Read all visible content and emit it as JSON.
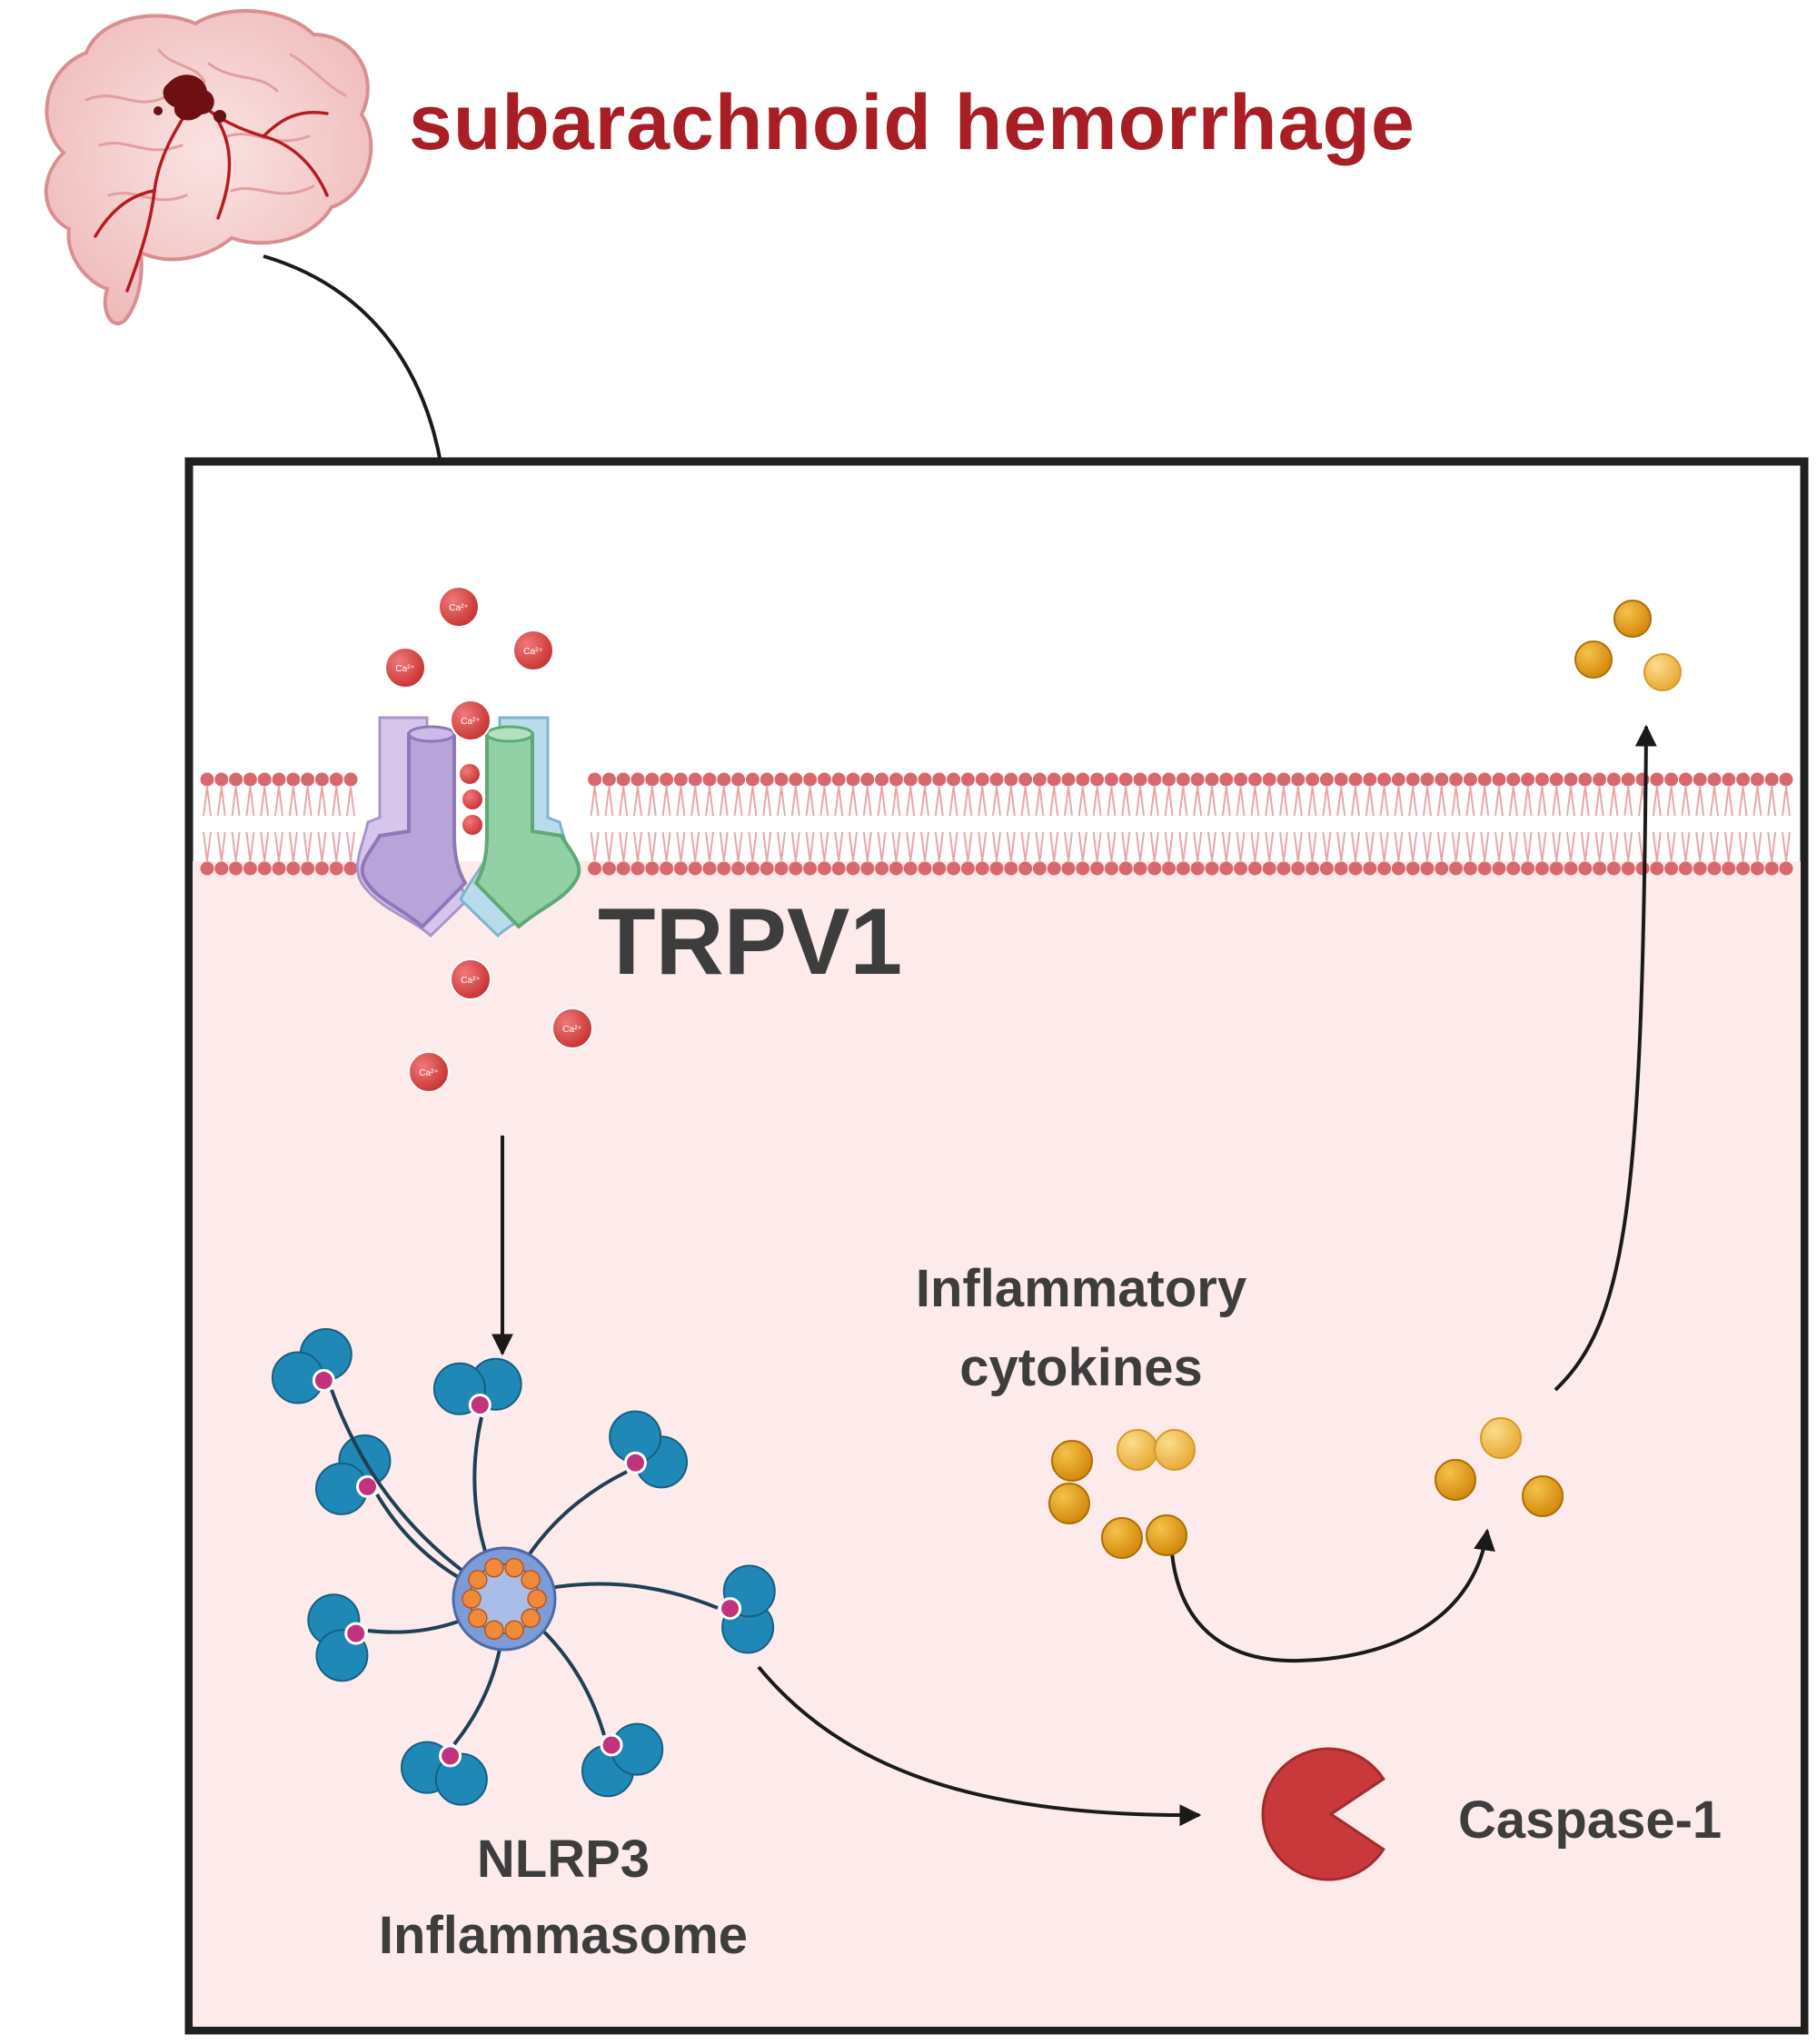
{
  "colors": {
    "title": "#a81e24",
    "label": "#3d3d3d",
    "background": "#ffffff",
    "cell_fill": "#fdeaea",
    "cell_border": "#1f1f1f",
    "membrane": "#d9686e",
    "ca_ion": "#d83a3a",
    "cytokine": "#e3990f",
    "cytokine_light": "#f2bd52",
    "caspase": "#c9393b",
    "nlrp3_blue": "#1f88b7",
    "nlrp3_pink": "#c2337f",
    "channel_purple": "#b7a4d8",
    "channel_green": "#92d1a6",
    "arrow": "#1a1a1a"
  },
  "icons": {
    "brain": "brain-hemorrhage-icon",
    "channel": "ion-channel-icon",
    "inflammasome": "inflammasome-icon",
    "enzyme": "pacman-enzyme-icon",
    "ion": "calcium-ion-icon",
    "cytokine": "cytokine-sphere-icon"
  },
  "labels": {
    "title": "subarachnoid hemorrhage",
    "trpv1": "TRPV1",
    "cytokines_line1": "Inflammatory",
    "cytokines_line2": "cytokines",
    "nlrp3_line1": "NLRP3",
    "nlrp3_line2": "Inflammasome",
    "caspase": "Caspase-1",
    "ca_ion": "Ca²⁺"
  }
}
